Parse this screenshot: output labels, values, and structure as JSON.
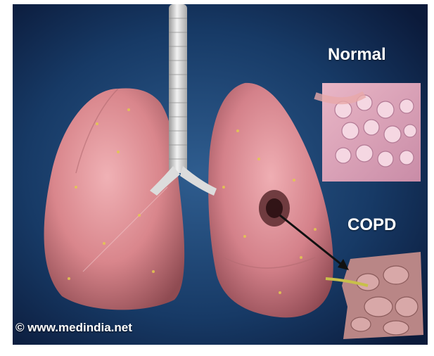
{
  "labels": {
    "normal": "Normal",
    "copd": "COPD"
  },
  "watermark": {
    "symbol": "©",
    "text": "www.medindia.net"
  },
  "colors": {
    "background_dark": "#0b1a3a",
    "background_light": "#2f5d8f",
    "lung_tissue": "#d9868c",
    "trachea": "#e6e6e6",
    "arrow": "#111111"
  }
}
